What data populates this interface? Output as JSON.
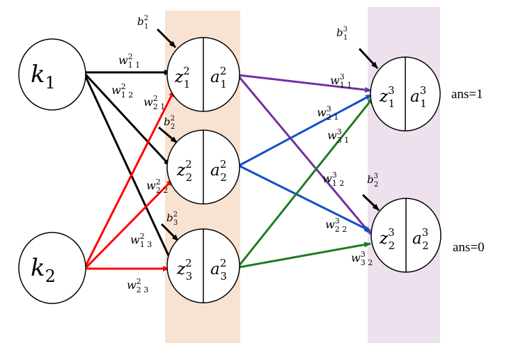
{
  "colors": {
    "hidden_band": "#f8e3d3",
    "output_band": "#ede1ee",
    "black_edge": "#000000",
    "red_edge": "#ff0000",
    "purple_edge": "#7030a0",
    "blue_edge": "#0f4fc8",
    "green_edge": "#1f7a1f"
  },
  "inputs": [
    {
      "base": "k",
      "sub": "1"
    },
    {
      "base": "k",
      "sub": "2"
    }
  ],
  "hidden": [
    {
      "z_base": "z",
      "z_sup": "2",
      "z_sub": "1",
      "a_base": "a",
      "a_sup": "2",
      "a_sub": "1",
      "b_base": "b",
      "b_sup": "2",
      "b_sub": "1"
    },
    {
      "z_base": "z",
      "z_sup": "2",
      "z_sub": "2",
      "a_base": "a",
      "a_sup": "2",
      "a_sub": "2",
      "b_base": "b",
      "b_sup": "2",
      "b_sub": "2"
    },
    {
      "z_base": "z",
      "z_sup": "2",
      "z_sub": "3",
      "a_base": "a",
      "a_sup": "2",
      "a_sub": "3",
      "b_base": "b",
      "b_sup": "2",
      "b_sub": "3"
    }
  ],
  "output": [
    {
      "z_base": "z",
      "z_sup": "3",
      "z_sub": "1",
      "a_base": "a",
      "a_sup": "3",
      "a_sub": "1",
      "b_base": "b",
      "b_sup": "3",
      "b_sub": "1",
      "ans": "ans=1"
    },
    {
      "z_base": "z",
      "z_sup": "3",
      "z_sub": "2",
      "a_base": "a",
      "a_sup": "3",
      "a_sub": "2",
      "b_base": "b",
      "b_sup": "3",
      "b_sub": "2",
      "ans": "ans=0"
    }
  ],
  "weights_l2": [
    {
      "base": "w",
      "sup": "2",
      "sub": "1 1"
    },
    {
      "base": "w",
      "sup": "2",
      "sub": "1 2"
    },
    {
      "base": "w",
      "sup": "2",
      "sub": "1 3"
    },
    {
      "base": "w",
      "sup": "2",
      "sub": "2 1"
    },
    {
      "base": "w",
      "sup": "2",
      "sub": "2 2"
    },
    {
      "base": "w",
      "sup": "2",
      "sub": "2 3"
    }
  ],
  "weights_l3": [
    {
      "base": "w",
      "sup": "3",
      "sub": "1 1"
    },
    {
      "base": "w",
      "sup": "3",
      "sub": "1 2"
    },
    {
      "base": "w",
      "sup": "3",
      "sub": "2 1"
    },
    {
      "base": "w",
      "sup": "3",
      "sub": "2 2"
    },
    {
      "base": "w",
      "sup": "3",
      "sub": "3 1"
    },
    {
      "base": "w",
      "sup": "3",
      "sub": "3 2"
    }
  ]
}
